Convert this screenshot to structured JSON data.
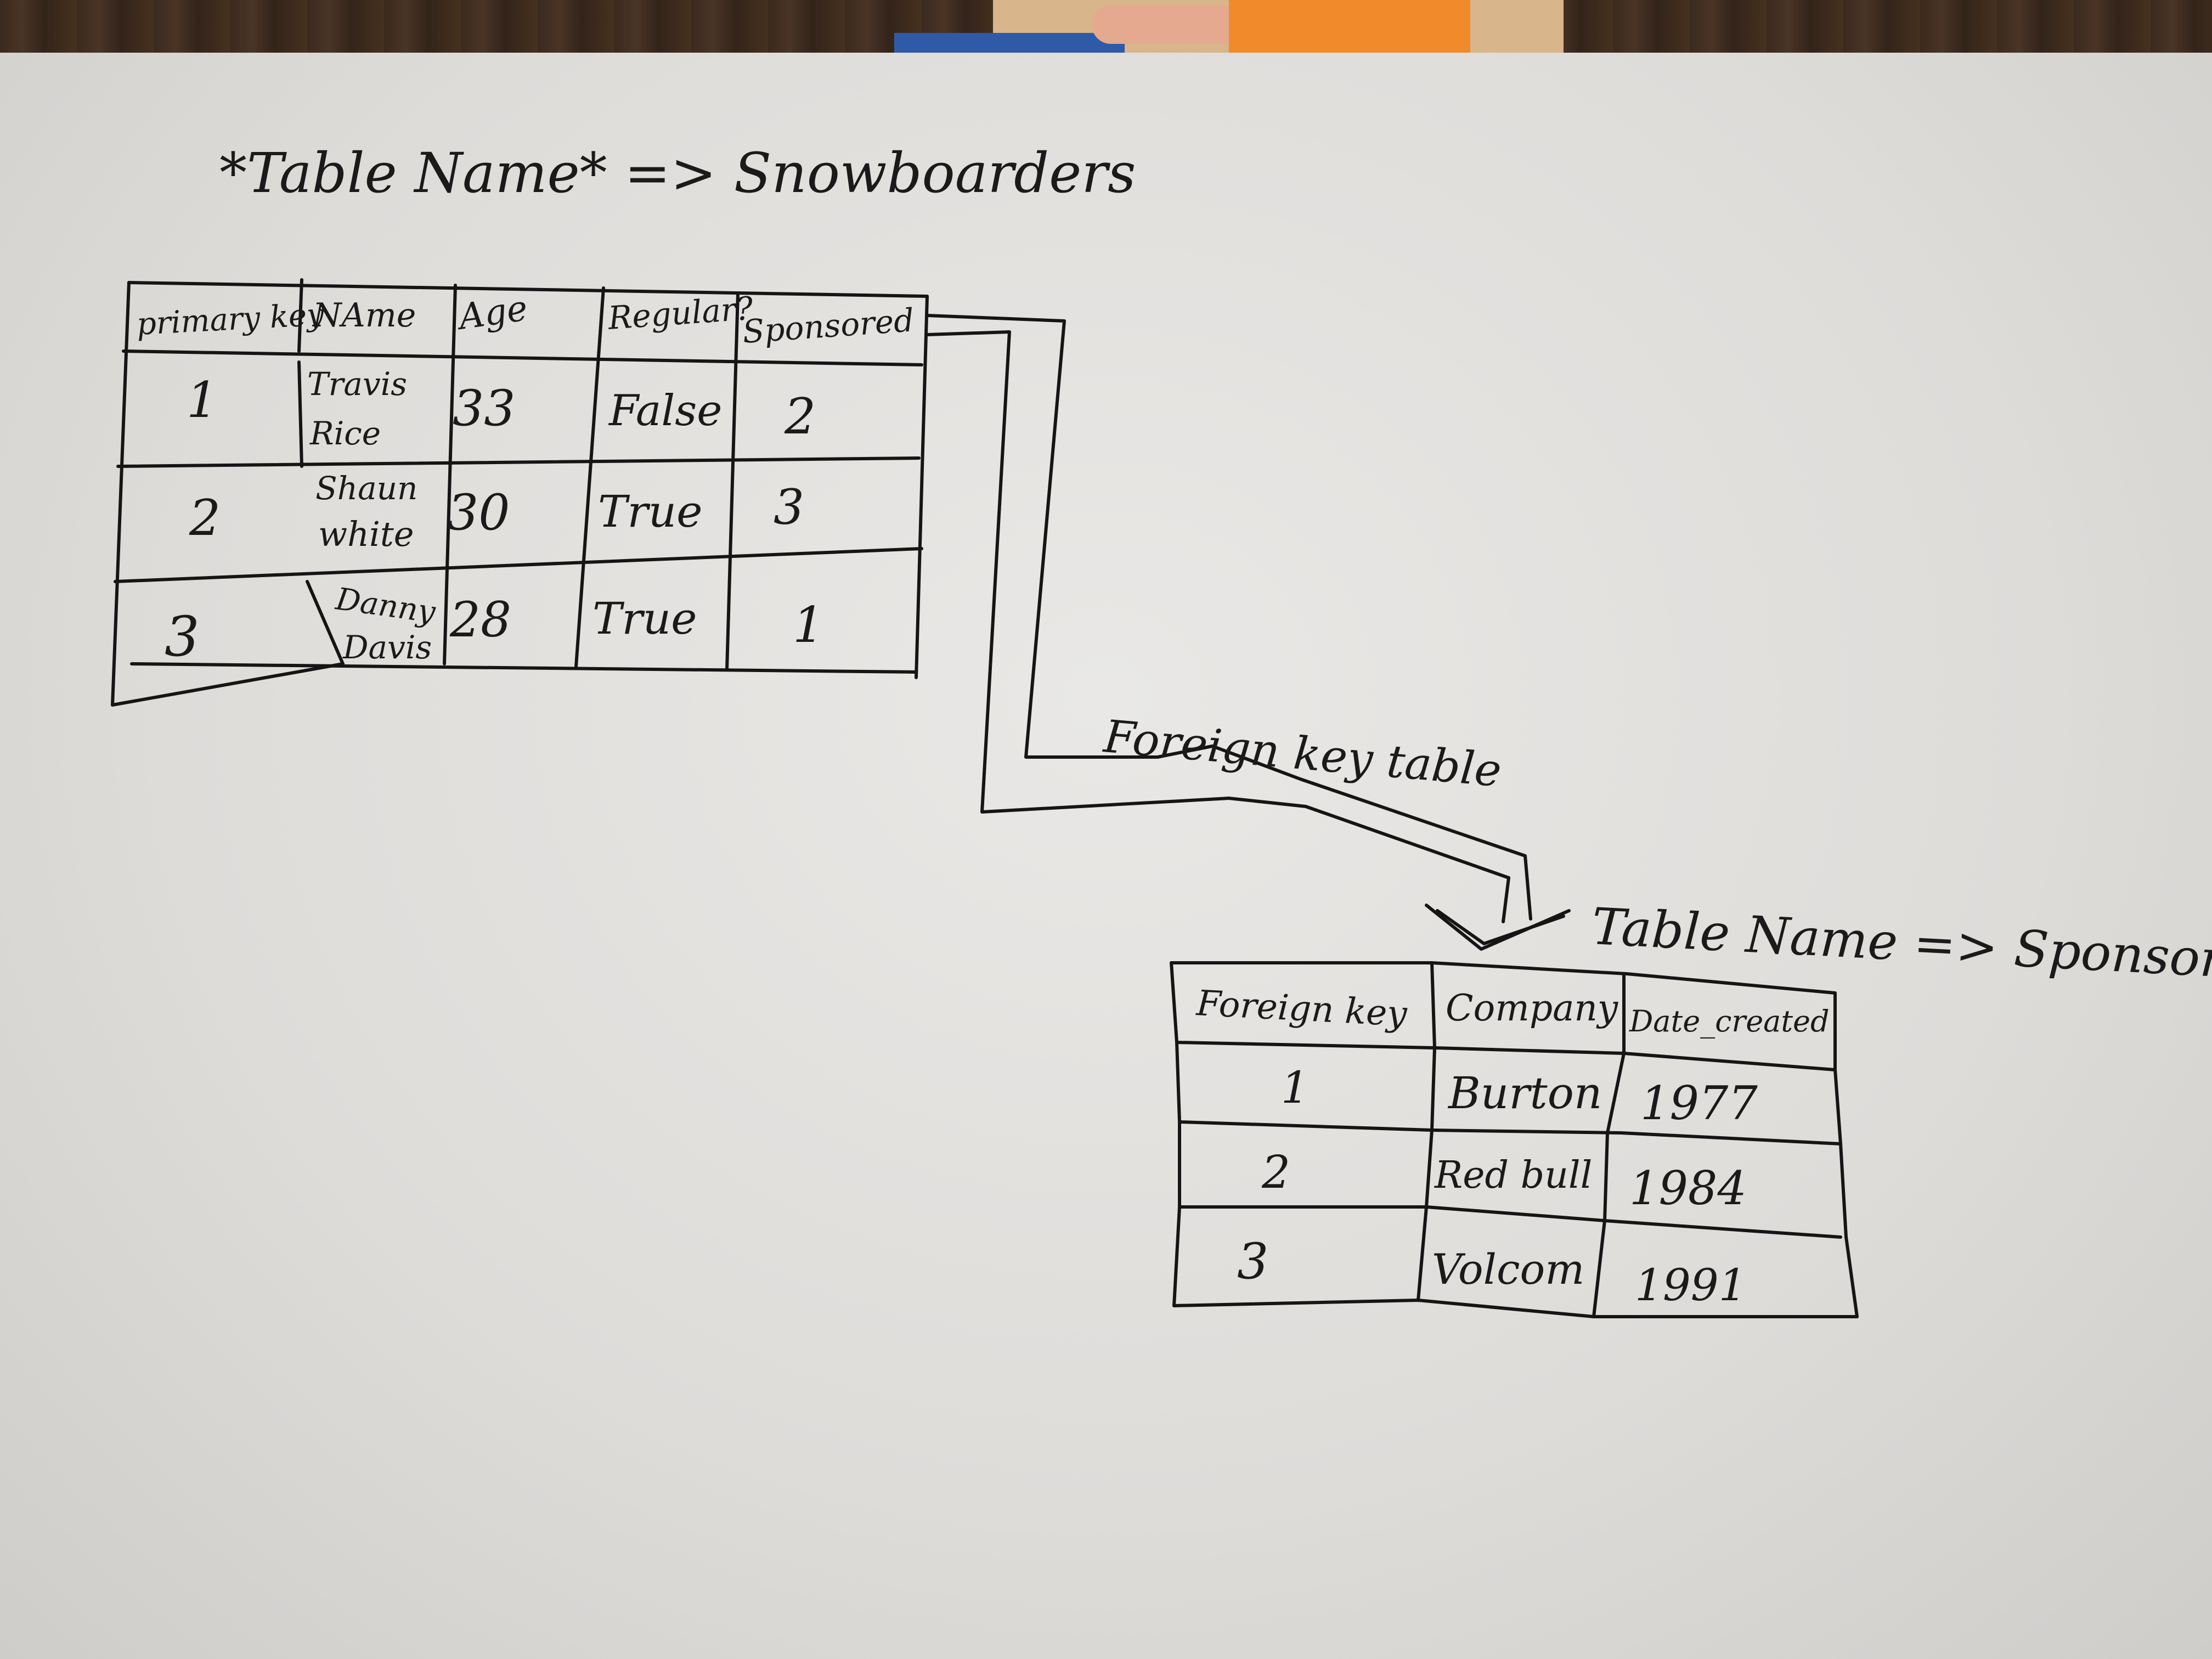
{
  "table1": {
    "title": "*Table Name* => Snowboarders",
    "headers": [
      "primary key",
      "NAme",
      "Age",
      "Regular?",
      "Sponsored"
    ],
    "rows": [
      {
        "pk": "1",
        "name1": "Travis",
        "name2": "Rice",
        "age": "33",
        "regular": "False",
        "sponsored": "2"
      },
      {
        "pk": "2",
        "name1": "Shaun",
        "name2": "white",
        "age": "30",
        "regular": "True",
        "sponsored": "3"
      },
      {
        "pk": "3",
        "name1": "Danny",
        "name2": "Davis",
        "age": "28",
        "regular": "True",
        "sponsored": "1"
      }
    ]
  },
  "connector": {
    "label": "Foreign key table"
  },
  "table2": {
    "title": "Table Name => Sponsors",
    "headers": [
      "Foreign key",
      "Company",
      "Date_created"
    ],
    "rows": [
      {
        "fk": "1",
        "company": "Burton",
        "date": "1977"
      },
      {
        "fk": "2",
        "company": "Red bull",
        "date": "1984"
      },
      {
        "fk": "3",
        "company": "Volcom",
        "date": "1991"
      }
    ]
  }
}
